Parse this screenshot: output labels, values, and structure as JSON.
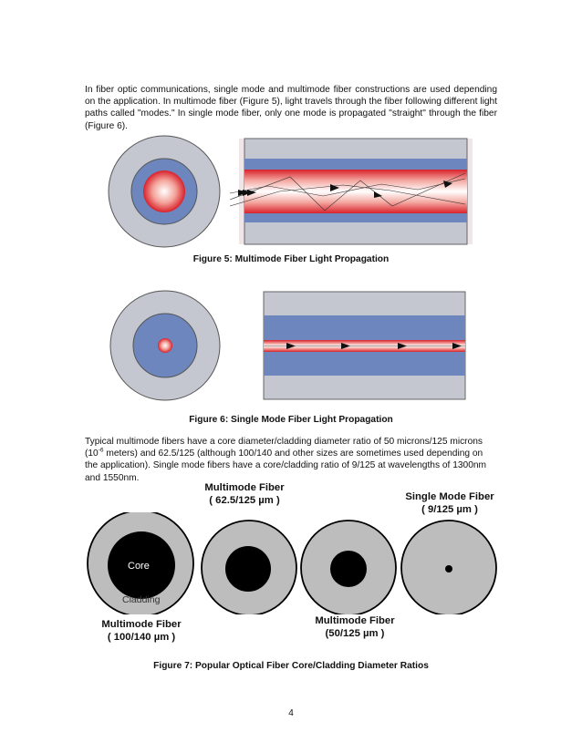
{
  "paragraph1": "In fiber optic communications, single mode and multimode fiber constructions are used depending on the application. In multimode fiber (Figure 5), light travels through the fiber following different light paths called \"modes.\" In single mode fiber, only one mode is propagated \"straight\" through the fiber (Figure 6).",
  "figure5_caption": "Figure 5: Multimode Fiber Light Propagation",
  "figure6_caption": "Figure 6: Single Mode Fiber Light Propagation",
  "paragraph2": {
    "part1": "Typical multimode fibers have a core diameter/cladding diameter ratio of 50 microns/125 microns (10",
    "exponent": "-6",
    "part2": " meters) and 62.5/125 (although 100/140 and other sizes are sometimes used depending on the application). Single mode fibers have a core/cladding ratio of 9/125 at wavelengths of 1300nm and 1550nm."
  },
  "figure7": {
    "label_62": {
      "line1": "Multimode Fiber",
      "line2": "( 62.5/125 µm )"
    },
    "label_single": {
      "line1": "Single Mode Fiber",
      "line2": "( 9/125 µm )"
    },
    "label_100": {
      "line1": "Multimode Fiber",
      "line2": "( 100/140 µm )"
    },
    "label_50": {
      "line1": "Multimode Fiber",
      "line2": "(50/125 µm )"
    },
    "core_text": "Core",
    "cladding_text": "Cladding",
    "caption": "Figure 7: Popular Optical Fiber Core/Cladding Diameter Ratios"
  },
  "page_number": "4",
  "colors": {
    "cladding_gray": "#c4c6d0",
    "buffer_blue": "#6d86bd",
    "core_red": "#e0303a",
    "fig7_gray": "#bdbdbd",
    "core_black": "#000000"
  }
}
